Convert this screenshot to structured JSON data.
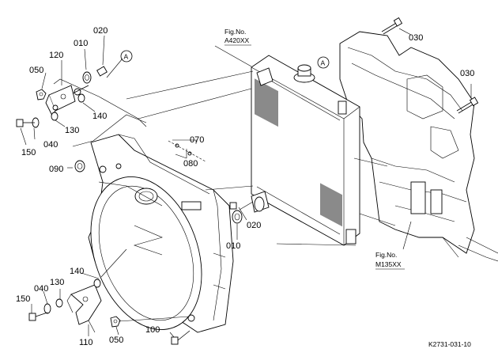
{
  "callouts": {
    "c010a": "010",
    "c020a": "020",
    "c050a": "050",
    "c120": "120",
    "c140a": "140",
    "c130a": "130",
    "c150a": "150",
    "c040a": "040",
    "c090": "090",
    "c070": "070",
    "c080": "080",
    "c020b": "020",
    "c010b": "010",
    "c030a": "030",
    "c030b": "030",
    "c140b": "140",
    "c040b": "040",
    "c130b": "130",
    "c150b": "150",
    "c110": "110",
    "c050b": "050",
    "c100": "100"
  },
  "refs": {
    "radiator_fig_label": "Fig.No.",
    "radiator_fig_no": "A420XX",
    "frame_fig_label": "Fig.No.",
    "frame_fig_no": "M135XX"
  },
  "markers": {
    "a1": "A",
    "a2": "A"
  },
  "footer": {
    "code": "K2731-031-10"
  }
}
